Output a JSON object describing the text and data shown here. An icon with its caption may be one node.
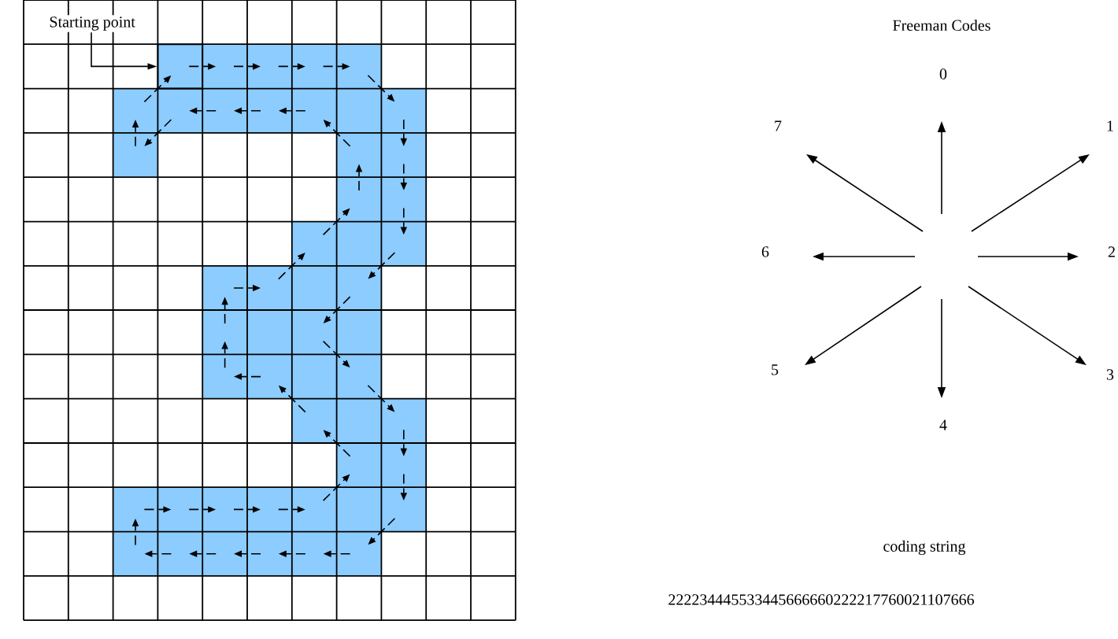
{
  "diagram": {
    "nodes": [
      {
        "text": [
          "Starting point"
        ]
      },
      {
        "text": [],
        "shape": "box"
      }
    ],
    "edges": [
      {
        "from": 0,
        "to": 1,
        "arrow": "to"
      }
    ],
    "labels": [
      "Freeman Codes",
      "0",
      "7",
      "1",
      "6",
      "2",
      "5",
      "3",
      "4",
      "coding string",
      "222234445533445666660222217760021107666"
    ]
  }
}
